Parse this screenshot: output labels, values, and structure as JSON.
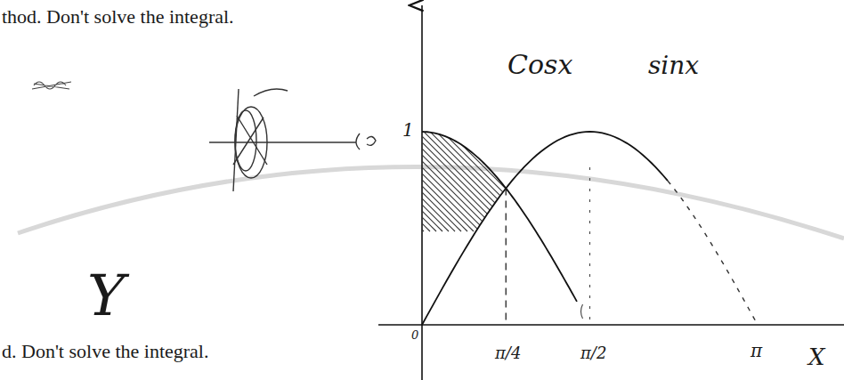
{
  "diagram": {
    "labels": [
      "thod. Don't solve the integral.",
      "d. Don't solve the integral.",
      "Y",
      "Cosx",
      "sinx",
      "1",
      "0",
      "π/4",
      "π/2",
      "π",
      "X"
    ]
  }
}
